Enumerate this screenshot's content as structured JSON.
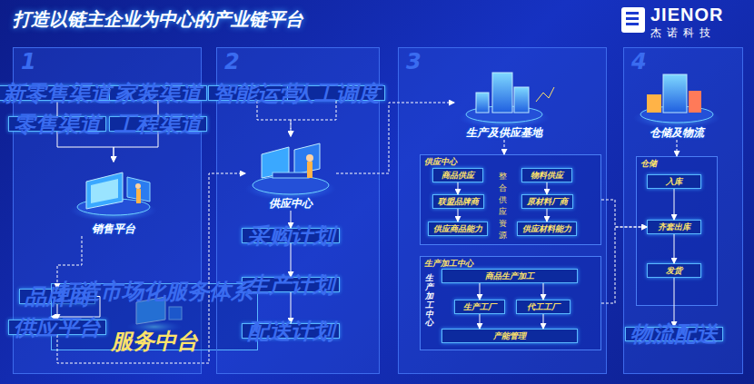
{
  "diagram": {
    "title": "打造以链主企业为中心的产业链平台",
    "nodes": [
      {
        "text": [
          "1"
        ]
      },
      {
        "text": [
          "新零售渠道"
        ],
        "in": 0
      },
      {
        "text": [
          "家装渠道"
        ],
        "in": 0
      },
      {
        "text": [
          "零售渠道"
        ],
        "in": 0
      },
      {
        "text": [
          "工程渠道"
        ],
        "in": 0
      },
      {
        "text": [
          "销售平台"
        ],
        "in": 0
      },
      {
        "text": [
          "品牌商"
        ],
        "in": 0
      },
      {
        "text": [
          "打造市场化服务体系",
          "服务中台"
        ],
        "in": 0
      },
      {
        "text": [
          "供应平台"
        ],
        "in": 0
      },
      {
        "text": [
          "2"
        ]
      },
      {
        "text": [
          "智能运营"
        ],
        "in": 9
      },
      {
        "text": [
          "人工调度"
        ],
        "in": 9
      },
      {
        "text": [
          "供应中心"
        ],
        "in": 9
      },
      {
        "text": [
          "采购计划"
        ],
        "in": 9
      },
      {
        "text": [
          "生产计划"
        ],
        "in": 9
      },
      {
        "text": [
          "配送计划"
        ],
        "in": 9
      },
      {
        "text": [
          "3"
        ]
      },
      {
        "text": [
          "生产及供应基地"
        ],
        "in": 16
      },
      {
        "text": [
          "供应中心"
        ],
        "in": 16
      },
      {
        "text": [
          "商品供应"
        ],
        "in": 18
      },
      {
        "text": [
          "联盟品牌商"
        ],
        "in": 18
      },
      {
        "text": [
          "供应商品能力"
        ],
        "in": 18
      },
      {
        "text": [
          "物料供应"
        ],
        "in": 18
      },
      {
        "text": [
          "原材料厂商"
        ],
        "in": 18
      },
      {
        "text": [
          "供应材料能力"
        ],
        "in": 18
      },
      {
        "text": [
          "生产加工中心",
          "生产加工中心"
        ],
        "in": 16
      },
      {
        "text": [
          "商品生产加工"
        ],
        "in": 25
      },
      {
        "text": [
          "生产工厂"
        ],
        "in": 25
      },
      {
        "text": [
          "代工工厂"
        ],
        "in": 25
      },
      {
        "text": [
          "产能管理"
        ],
        "in": 25
      },
      {
        "text": [
          "4"
        ]
      },
      {
        "text": [
          "仓储及物流"
        ],
        "in": 30
      },
      {
        "text": [
          "仓储"
        ],
        "in": 30
      },
      {
        "text": [
          "入库"
        ],
        "in": 32
      },
      {
        "text": [
          "齐套出库"
        ],
        "in": 32
      },
      {
        "text": [
          "发货"
        ],
        "in": 32
      },
      {
        "text": [
          "物流配送"
        ],
        "in": 30
      }
    ],
    "edges": [
      {
        "from": 1,
        "to": 3,
        "arrow": "none"
      },
      {
        "from": 2,
        "to": 4,
        "arrow": "none"
      },
      {
        "from": 3,
        "to": 5,
        "arrow": "to"
      },
      {
        "from": 4,
        "to": 5,
        "arrow": "to"
      },
      {
        "from": 5,
        "to": 6,
        "arrow": "to"
      },
      {
        "from": 6,
        "to": 7,
        "arrow": "to"
      },
      {
        "from": 6,
        "to": 8,
        "arrow": "to"
      },
      {
        "from": 8,
        "to": 12,
        "arrow": "to"
      },
      {
        "from": 10,
        "to": 12,
        "arrow": "to"
      },
      {
        "from": 11,
        "to": 12,
        "arrow": "to"
      },
      {
        "from": 12,
        "to": 13,
        "arrow": "to"
      },
      {
        "from": 13,
        "to": 14,
        "arrow": "to"
      },
      {
        "from": 14,
        "to": 15,
        "arrow": "to"
      },
      {
        "from": 12,
        "to": 17,
        "arrow": "to"
      },
      {
        "from": 17,
        "to": 18,
        "arrow": "to"
      },
      {
        "from": 19,
        "to": 20,
        "arrow": "to"
      },
      {
        "from": 20,
        "to": 21,
        "arrow": "to"
      },
      {
        "from": 22,
        "to": 23,
        "arrow": "to"
      },
      {
        "from": 23,
        "to": 24,
        "arrow": "to"
      },
      {
        "from": 26,
        "to": 27,
        "arrow": "to"
      },
      {
        "from": 26,
        "to": 28,
        "arrow": "to"
      },
      {
        "from": 27,
        "to": 29,
        "arrow": "to"
      },
      {
        "from": 28,
        "to": 29,
        "arrow": "to"
      },
      {
        "from": 18,
        "to": 34,
        "arrow": "to"
      },
      {
        "from": 25,
        "to": 34,
        "arrow": "to"
      },
      {
        "from": 31,
        "to": 32,
        "arrow": "to"
      },
      {
        "from": 33,
        "to": 34,
        "arrow": "to"
      },
      {
        "from": 34,
        "to": 35,
        "arrow": "to"
      },
      {
        "from": 35,
        "to": 36,
        "arrow": "to"
      }
    ],
    "labels": [
      "JIENOR",
      "杰诺科技",
      "整合供应资源"
    ]
  }
}
